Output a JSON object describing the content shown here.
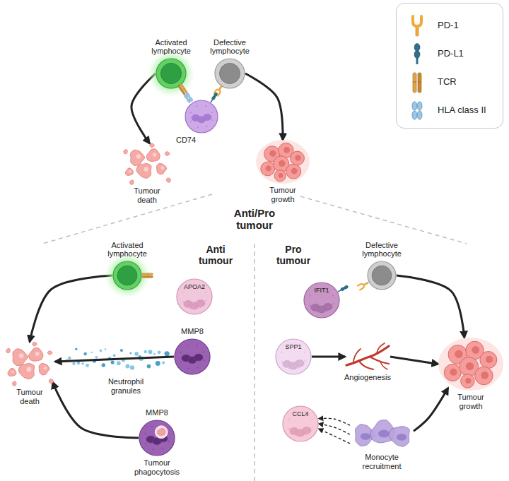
{
  "diagram": {
    "nodes": [
      {
        "text": [
          "Activated lymphocyte"
        ]
      },
      {
        "text": [
          "Defective lymphocyte"
        ]
      },
      {
        "text": [
          "CD74"
        ]
      },
      {
        "text": [
          "Tumour death"
        ]
      },
      {
        "text": [
          "Tumour growth"
        ]
      },
      {
        "text": [
          "Activated lymphocyte"
        ]
      },
      {
        "text": [
          "APOA2"
        ]
      },
      {
        "text": [
          "Defective lymphocyte"
        ]
      },
      {
        "text": [
          "IFIT1"
        ]
      },
      {
        "text": [
          "Tumour death"
        ]
      },
      {
        "text": [
          "MMP8"
        ]
      },
      {
        "text": [
          "SPP1"
        ]
      },
      {
        "text": [
          "Angiogenesis"
        ]
      },
      {
        "text": [
          "Tumour growth"
        ]
      },
      {
        "text": [
          "MMP8",
          "Tumour phagocytosis"
        ]
      },
      {
        "text": [
          "CCL4"
        ]
      },
      {
        "text": [
          "Monocyte recruitment"
        ]
      }
    ],
    "edges": [
      {
        "from": 0,
        "to": 3,
        "arrow": "to"
      },
      {
        "from": 1,
        "to": 4,
        "arrow": "to"
      },
      {
        "from": 5,
        "to": 9,
        "arrow": "to"
      },
      {
        "from": 10,
        "to": 9,
        "arrow": "to"
      },
      {
        "from": 14,
        "to": 9,
        "arrow": "to"
      },
      {
        "from": 7,
        "to": 13,
        "arrow": "to"
      },
      {
        "from": 11,
        "to": 12,
        "arrow": "to"
      },
      {
        "from": 12,
        "to": 13,
        "arrow": "to"
      },
      {
        "from": 16,
        "to": 13,
        "arrow": "to"
      },
      {
        "from": 16,
        "to": 15,
        "arrow": "to"
      },
      {
        "from": 16,
        "to": 15,
        "arrow": "to"
      },
      {
        "from": 16,
        "to": 15,
        "arrow": "to"
      }
    ],
    "labels": [
      "Anti/Pro tumour",
      "Anti tumour",
      "Pro tumour",
      "Neutrophil granules"
    ],
    "legend": [
      {
        "text": "PD-1"
      },
      {
        "text": "PD-L1"
      },
      {
        "text": "TCR"
      },
      {
        "text": "HLA class II"
      }
    ]
  }
}
